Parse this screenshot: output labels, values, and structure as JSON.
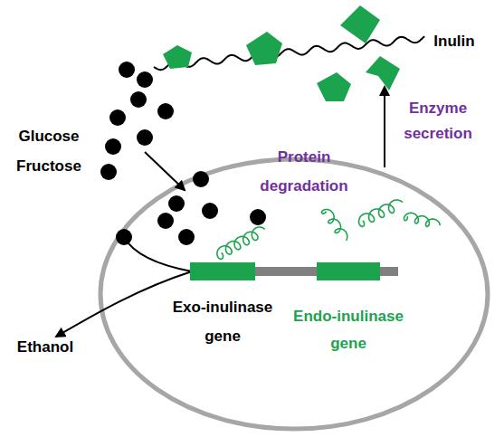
{
  "diagram": {
    "nodes": [
      {
        "text": [
          "Exo-inulinase gene"
        ]
      },
      {
        "text": [
          "Endo-inulinase gene"
        ]
      }
    ],
    "labels": [
      "Inulin",
      "Glucose Fructose",
      "Protein degradation",
      "Enzyme secretion",
      "Ethanol"
    ]
  }
}
